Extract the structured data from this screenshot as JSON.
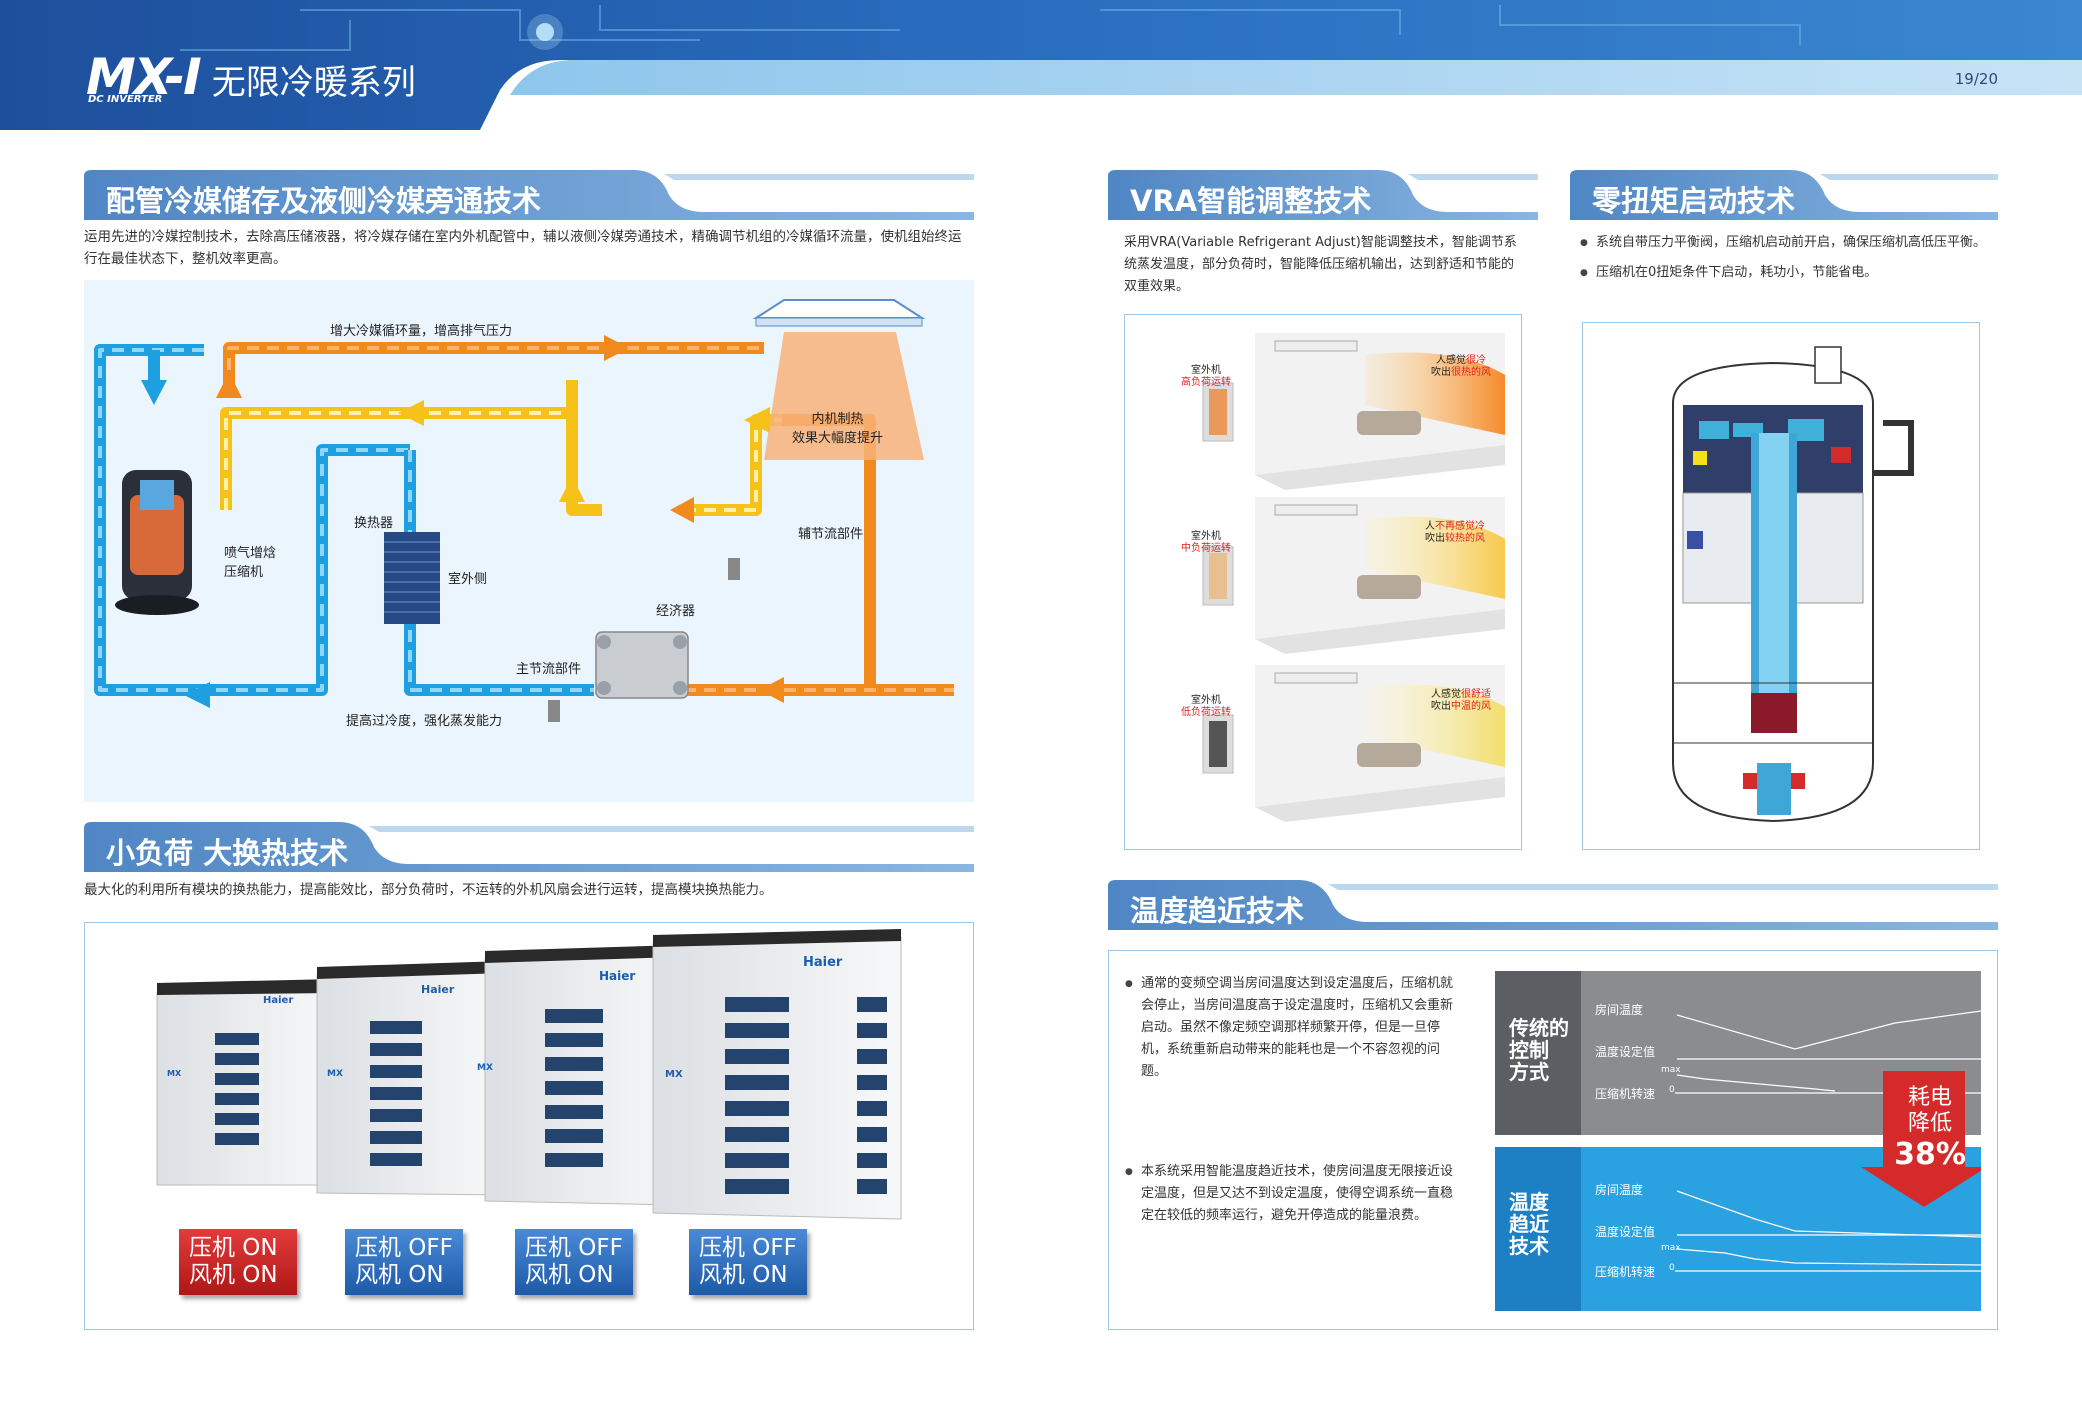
{
  "header": {
    "logo_mark": "MX-I",
    "logo_sub": "DC INVERTER",
    "series_name": "无限冷暖系列",
    "page_number": "19/20"
  },
  "sections": {
    "pipe": {
      "title": "配管冷媒储存及液侧冷媒旁通技术",
      "desc": "运用先进的冷媒控制技术，去除高压储液器，将冷媒存储在室内外机配管中，辅以液侧冷媒旁通技术，精确调节机组的冷媒循环流量，使机组始终运行在最佳状态下，整机效率更高。",
      "labels": {
        "top_flow": "增大冷媒循环量，增高排气压力",
        "indoor_heat": "内机制热\n效果大幅度提升",
        "compressor": "喷气增焓\n压缩机",
        "heat_exchanger": "换热器",
        "outdoor_side": "室外侧",
        "aux_valve": "辅节流部件",
        "economizer": "经济器",
        "main_valve": "主节流部件",
        "subcool": "提高过冷度，强化蒸发能力"
      }
    },
    "small_load": {
      "title": "小负荷 大换热技术",
      "desc": "最大化的利用所有模块的换热能力，提高能效比，部分负荷时，不运转的外机风扇会进行运转，提高模块换热能力。",
      "brand": "Haier",
      "unit_badge": "MX",
      "status": [
        {
          "line1": "压机 ON",
          "line2": "风机 ON",
          "color": "red"
        },
        {
          "line1": "压机 OFF",
          "line2": "风机 ON",
          "color": "blue"
        },
        {
          "line1": "压机 OFF",
          "line2": "风机 ON",
          "color": "blue"
        },
        {
          "line1": "压机 OFF",
          "line2": "风机 ON",
          "color": "blue"
        }
      ]
    },
    "vra": {
      "title": "VRA智能调整技术",
      "desc": "采用VRA(Variable Refrigerant Adjust)智能调整技术，智能调节系统蒸发温度，部分负荷时，智能降低压缩机输出，达到舒适和节能的双重效果。",
      "scenes": [
        {
          "unit_a": "室外机",
          "unit_b": "高负荷运转",
          "feel_a": "人感觉",
          "feel_a_red": "很冷",
          "feel_b": "吹出",
          "feel_b_red": "很热的风"
        },
        {
          "unit_a": "室外机",
          "unit_b": "中负荷运转",
          "feel_a": "人",
          "feel_a_red": "不再感觉冷",
          "feel_b": "吹出",
          "feel_b_red": "较热的风"
        },
        {
          "unit_a": "室外机",
          "unit_b": "低负荷运转",
          "feel_a": "人感觉",
          "feel_a_red": "很舒适",
          "feel_b": "吹出",
          "feel_b_red": "中温的风"
        }
      ]
    },
    "zero_torque": {
      "title": "零扭矩启动技术",
      "bullets": [
        "系统自带压力平衡阀，压缩机启动前开启，确保压缩机高低压平衡。",
        "压缩机在0扭矩条件下启动，耗功小，节能省电。"
      ]
    },
    "temp": {
      "title": "温度趋近技术",
      "bullets": [
        "通常的变频空调当房间温度达到设定温度后，压缩机就会停止，当房间温度高于设定温度时，压缩机又会重新启动。虽然不像定频空调那样频繁开停，但是一旦停机，系统重新启动带来的能耗也是一个不容忽视的问题。",
        "本系统采用智能温度趋近技术，使房间温度无限接近设定温度，但是又达不到设定温度，使得空调系统一直稳定在较低的频率运行，避免开停造成的能量浪费。"
      ],
      "traditional": {
        "label": "传统的\n控制\n方式",
        "room": "房间温度",
        "set": "温度设定值",
        "comp": "压缩机转速",
        "max": "max",
        "zero": "0"
      },
      "approach": {
        "label": "温度\n趋近\n技术",
        "room": "房间温度",
        "set": "温度设定值",
        "comp": "压缩机转速",
        "max": "max",
        "zero": "0"
      },
      "saving": {
        "line1": "耗电",
        "line2": "降低",
        "value": "38%"
      }
    }
  },
  "colors": {
    "brand_blue": "#1a5fae",
    "banner_blue": "#5a8fc8",
    "red": "#d42a2a",
    "orange": "#f08a1c",
    "yellow": "#f6c21a",
    "cyan": "#1ea0e0"
  }
}
